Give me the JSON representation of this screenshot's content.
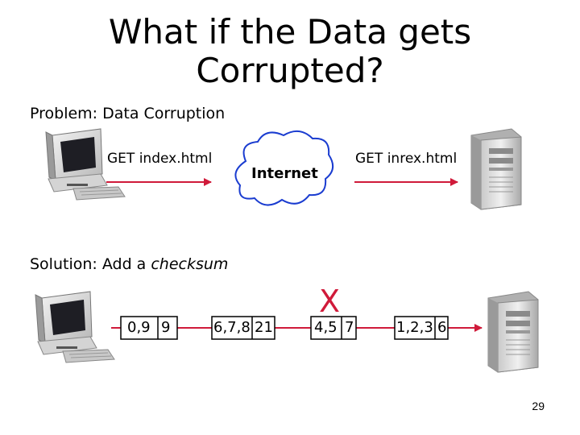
{
  "slide": {
    "title_line1": "What if the Data gets",
    "title_line2": "Corrupted?",
    "problem_text": "Problem: Data Corruption",
    "request_sent": "GET index.html",
    "request_received": "GET inrex.html",
    "network_label": "Internet",
    "solution_prefix": "Solution: Add a ",
    "solution_emphasis": "checksum",
    "packets": [
      {
        "data": "0,9",
        "checksum": "9"
      },
      {
        "data": "6,7,8",
        "checksum": "21"
      },
      {
        "data": "4,5",
        "checksum": "7"
      },
      {
        "data": "1,2,3",
        "checksum": "6"
      }
    ],
    "error_mark": "X",
    "page_number": "29"
  },
  "colors": {
    "arrow": "#d01a3a",
    "error_mark": "#d01a3a",
    "cloud_stroke": "#1a3cd0",
    "text": "#000000"
  },
  "icons": [
    "desktop-computer-icon",
    "server-tower-icon",
    "cloud-icon"
  ]
}
